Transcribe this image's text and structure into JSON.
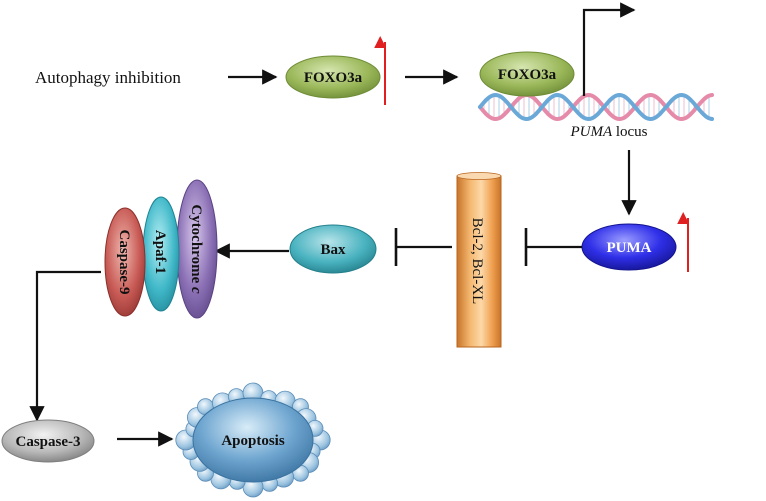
{
  "diagram": {
    "trigger": "Autophagy inhibition",
    "foxo3a_cytoplasm": "FOXO3a",
    "foxo3a_bound": "FOXO3a",
    "locus_gene": "PUMA",
    "locus_suffix": " locus",
    "puma": "PUMA",
    "bcl": "Bcl-2, Bcl-XL",
    "bax": "Bax",
    "caspase9": "Caspase-9",
    "apaf1": "Apaf-1",
    "cytochrome_prefix": "Cytochrome ",
    "cytochrome_suffix": "c",
    "caspase3": "Caspase-3",
    "apoptosis": "Apoptosis"
  },
  "colors": {
    "foxo3a": "#9bb85a",
    "puma": "#2f2fe8",
    "bcl": "#f0a050",
    "bax": "#4ab3c0",
    "caspase9": "#c85a55",
    "apaf1": "#40b8c8",
    "cytochrome": "#8a6fb4",
    "caspase3": "#b8b8b8",
    "apoptosis": "#6fa6d0",
    "upregulation_arrow": "#e02020",
    "dna_pink": "#e58aa8",
    "dna_blue": "#6aa8d8"
  },
  "icons": [
    "activation-arrow",
    "inhibition-bar",
    "upregulation-arrow",
    "transcription-start-arrow",
    "dna-helix"
  ]
}
